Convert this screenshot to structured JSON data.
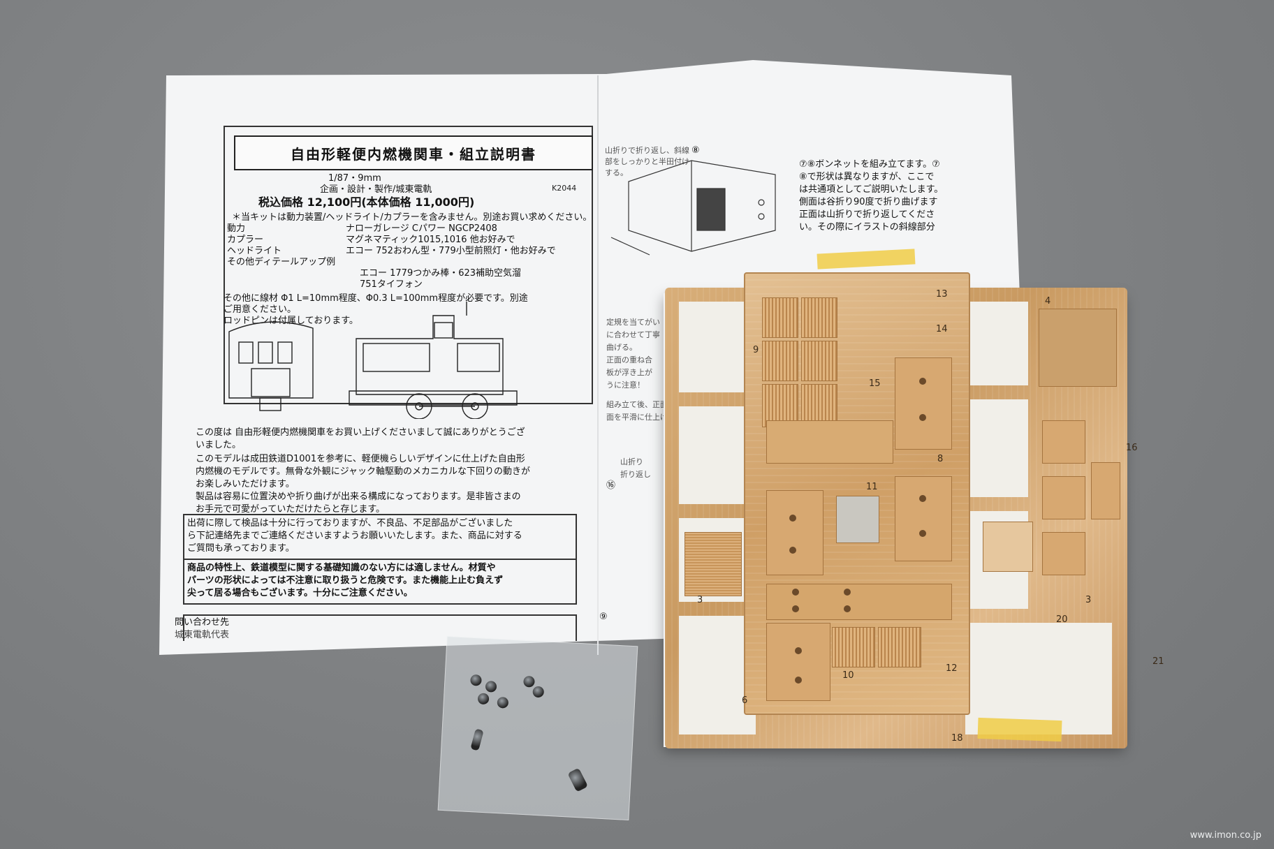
{
  "instructions": {
    "title": "自由形軽便内燃機関車・組立説明書",
    "scale": "1/87・9mm",
    "code": "K2044",
    "maker": "企画・設計・製作/城東電軌",
    "price": "税込価格 12,100円(本体価格 11,000円)",
    "note_parts": "＊当キットは動力装置/ヘッドライト/カプラーを含みません。別途お買い求めください。",
    "rows": [
      {
        "label": "動力",
        "value": "ナローガレージ Cパワー NGCP2408"
      },
      {
        "label": "カプラー",
        "value": "マグネマティック1015,1016 他お好みで"
      },
      {
        "label": "ヘッドライト",
        "value": "エコー 752おわん型・779小型前照灯・他お好みで"
      },
      {
        "label": "その他ディテールアップ例",
        "value": "エコー 1779つかみ棒・623補助空気溜"
      },
      {
        "label": "",
        "value": "751タイフォン"
      }
    ],
    "wire_note_1": "その他に線材 Φ1 L=10mm程度、Φ0.3 L=100mm程度が必要です。別途",
    "wire_note_2": "ご用意ください。",
    "rod_note": "ロッドピンは付属しております。",
    "thanks": [
      "この度は 自由形軽便内燃機関車をお買い上げくださいまして誠にありがとうござ",
      "いました。",
      "このモデルは成田鉄道D1001を参考に、軽便機らしいデザインに仕上げた自由形",
      "内燃機のモデルです。無骨な外観にジャック軸駆動のメカニカルな下回りの動きが",
      "お楽しみいただけます。",
      "製品は容易に位置決めや折り曲げが出来る構成になっております。是非皆さまの",
      "お手元で可愛がっていただけたらと存じます。"
    ],
    "shipping": [
      "出荷に際して検品は十分に行っておりますが、不良品、不足部品がございました",
      "ら下記連絡先までご連絡くださいますようお願いいたします。また、商品に対する",
      "ご質問も承っております。"
    ],
    "warning": [
      "商品の特性上、鉄道模型に関する基礎知識のない方には適しません。材質や",
      "パーツの形状によっては不注意に取り扱うと危険です。また機能上止む負えず",
      "尖って居る場合もございます。十分にご注意ください。"
    ],
    "contact": "問い合わせ先",
    "contact_name": "城東電軌代表",
    "step_text": [
      "⑦⑧ボンネットを組み立てます。⑦",
      "⑧で形状は異なりますが、ここで",
      "は共通項としてご説明いたします。",
      "側面は谷折り90度で折り曲げます",
      "正面は山折りで折り返してくださ",
      "い。その際にイラストの斜線部分"
    ],
    "fold_note": [
      "山折りで折り返し、斜線",
      "部をしっかりと半田付け",
      "する。"
    ],
    "side_notes": [
      "定規を当てがい",
      "に合わせて丁寧",
      "曲げる。",
      "正面の重ね合",
      "板が浮き上が",
      "うに注意！",
      "組み立て後、正面",
      "面を平滑に仕上げ",
      "山折り",
      "折り返し"
    ],
    "circled": [
      "⑧",
      "⑯",
      "⑨"
    ]
  },
  "etch_numbers": [
    "4",
    "9",
    "13",
    "14",
    "15",
    "8",
    "11",
    "16",
    "3",
    "3",
    "20",
    "21",
    "6",
    "10",
    "12",
    "18"
  ],
  "watermark": "www.imon.co.jp"
}
